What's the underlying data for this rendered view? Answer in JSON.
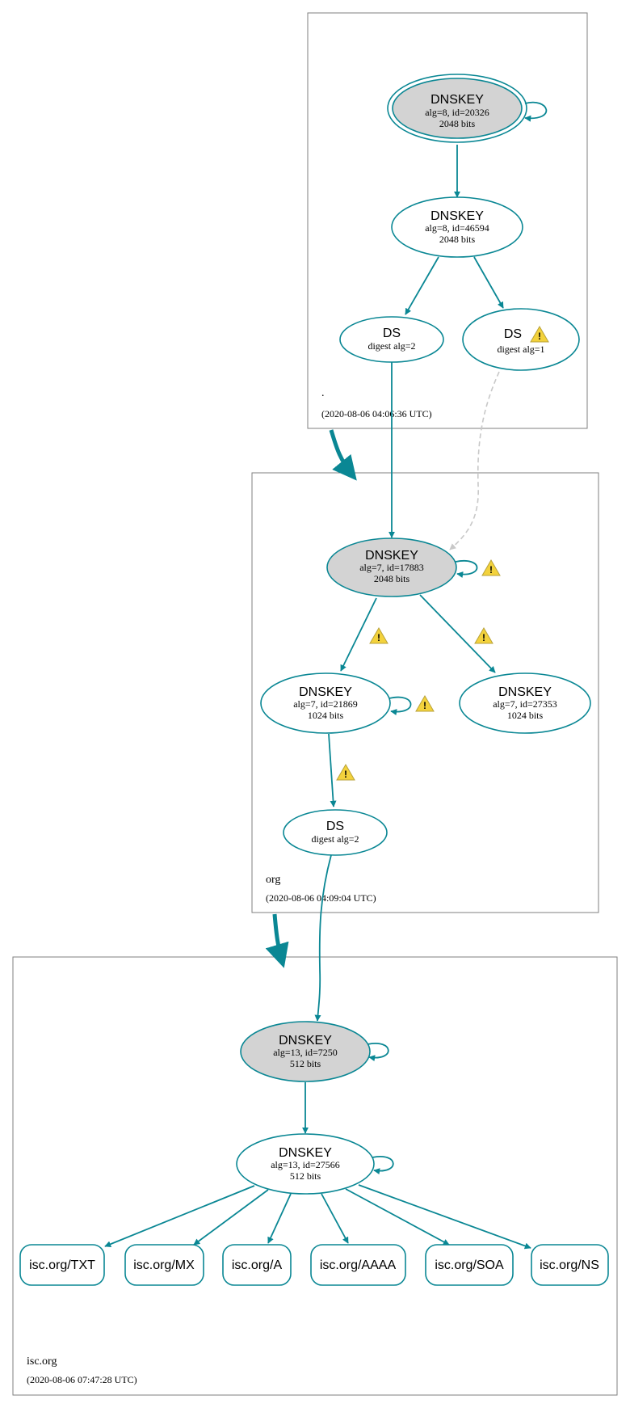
{
  "colors": {
    "edge": "#0a8794",
    "node_stroke": "#0a8794",
    "ksk_fill": "#d3d3d3",
    "zone_border": "#7f7f7f",
    "dashed_edge": "#c8c8c8",
    "warning_fill": "#f3d23c"
  },
  "zones": {
    "root": {
      "name": ".",
      "timestamp": "(2020-08-06 04:06:36 UTC)",
      "nodes": {
        "ksk": {
          "title": "DNSKEY",
          "line1": "alg=8, id=20326",
          "line2": "2048 bits"
        },
        "zsk": {
          "title": "DNSKEY",
          "line1": "alg=8, id=46594",
          "line2": "2048 bits"
        },
        "ds2": {
          "title": "DS",
          "line1": "digest alg=2"
        },
        "ds1": {
          "title": "DS",
          "line1": "digest alg=1"
        }
      }
    },
    "org": {
      "name": "org",
      "timestamp": "(2020-08-06 04:09:04 UTC)",
      "nodes": {
        "ksk": {
          "title": "DNSKEY",
          "line1": "alg=7, id=17883",
          "line2": "2048 bits"
        },
        "zsk1": {
          "title": "DNSKEY",
          "line1": "alg=7, id=21869",
          "line2": "1024 bits"
        },
        "zsk2": {
          "title": "DNSKEY",
          "line1": "alg=7, id=27353",
          "line2": "1024 bits"
        },
        "ds": {
          "title": "DS",
          "line1": "digest alg=2"
        }
      }
    },
    "isc": {
      "name": "isc.org",
      "timestamp": "(2020-08-06 07:47:28 UTC)",
      "nodes": {
        "ksk": {
          "title": "DNSKEY",
          "line1": "alg=13, id=7250",
          "line2": "512 bits"
        },
        "zsk": {
          "title": "DNSKEY",
          "line1": "alg=13, id=27566",
          "line2": "512 bits"
        }
      },
      "rrsets": [
        "isc.org/TXT",
        "isc.org/MX",
        "isc.org/A",
        "isc.org/AAAA",
        "isc.org/SOA",
        "isc.org/NS"
      ]
    }
  }
}
